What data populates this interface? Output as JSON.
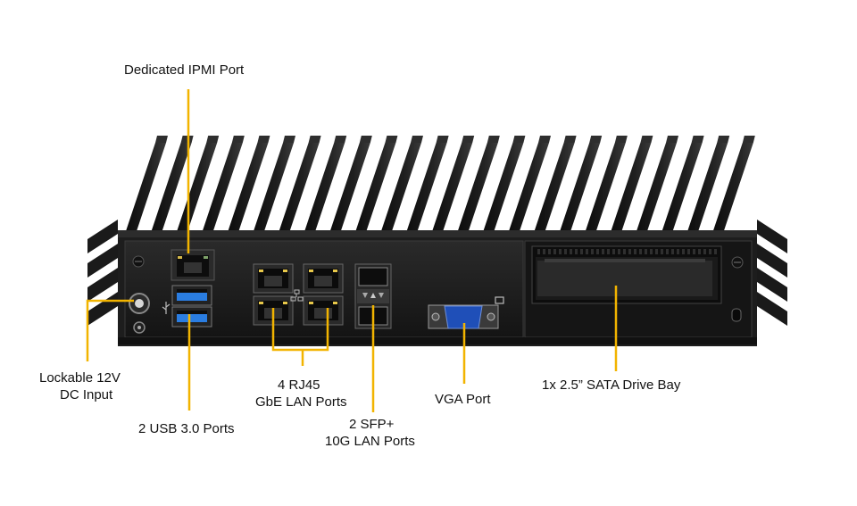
{
  "labels": {
    "ipmi": "Dedicated IPMI  Port",
    "dc_line1": "Lockable 12V",
    "dc_line2": "DC Input",
    "usb": "2 USB 3.0 Ports",
    "rj45_line1": "4 RJ45",
    "rj45_line2": "GbE LAN Ports",
    "sfp_line1": "2 SFP+",
    "sfp_line2": "10G LAN Ports",
    "vga": "VGA Port",
    "drive_bay": "1x 2.5” SATA Drive Bay"
  },
  "colors": {
    "callout": "#f2b400",
    "chassis": "#1c1c1c",
    "fin": "#111111",
    "usb_blue": "#2a7de1",
    "vga_blue": "#1f4fb8",
    "rj45_led": "#e8c84a"
  },
  "icons": [
    "usb-icon",
    "network-icon",
    "monitor-icon",
    "lock-icon",
    "screw-icon"
  ]
}
